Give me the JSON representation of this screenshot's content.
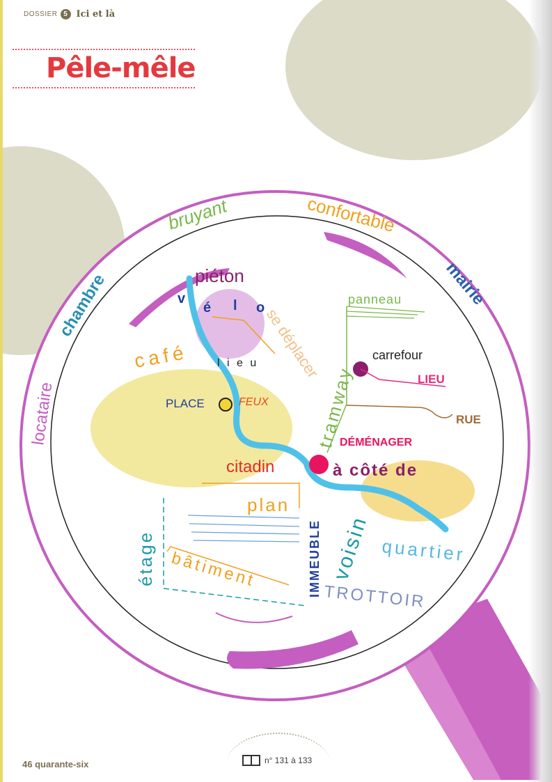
{
  "header": {
    "dossier_label": "DOSSIER",
    "dossier_number": "5",
    "section_title": "Ici et là"
  },
  "title": "Pêle-mêle",
  "words": {
    "bruyant": "bruyant",
    "confortable": "confortable",
    "mairie": "mairie",
    "chambre": "chambre",
    "locataire": "locataire",
    "pieton": "piéton",
    "velo_v": "v",
    "velo_e": "é",
    "velo_l": "l",
    "velo_o": "o",
    "se_deplacer": "se déplacer",
    "cafe": "café",
    "lieu_lower": "l i e u",
    "panneau": "panneau",
    "tramway": "tramway",
    "carrefour": "carrefour",
    "lieu_upper": "LIEU",
    "rue": "RUE",
    "place": "PLACE",
    "feux": "FEUX",
    "demenager": "DÉMÉNAGER",
    "citadin": "citadin",
    "a_cote_de": "à côté de",
    "plan": "plan",
    "immeuble": "IMMEUBLE",
    "voisin": "voisin",
    "etage": "étage",
    "batiment": "bâtiment",
    "quartier": "quartier",
    "trottoir": "TROTTOIR"
  },
  "footer": {
    "page_label": "46 quarante-six",
    "reference": "n° 131 à 133"
  },
  "colors": {
    "title_red": "#e33a3f",
    "magenta": "#c14fb6",
    "blue": "#2a5fb0",
    "river": "#4fc1e9",
    "yellow": "#f2e79a"
  }
}
